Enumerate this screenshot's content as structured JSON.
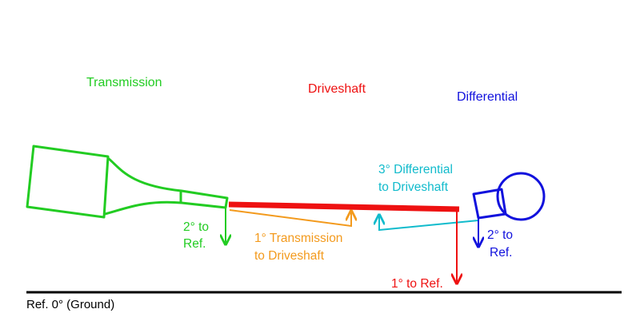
{
  "colors": {
    "transmission": "#22cc22",
    "driveshaft": "#ee1111",
    "differential": "#1111dd",
    "trans_to_shaft": "#f39a1d",
    "diff_to_shaft": "#11bbcc",
    "ground": "#000000"
  },
  "titles": {
    "transmission": "Transmission",
    "driveshaft": "Driveshaft",
    "differential": "Differential"
  },
  "angle_labels": {
    "trans_ref": [
      "2° to",
      "Ref."
    ],
    "trans_shaft": [
      "1° Transmission",
      "to Driveshaft"
    ],
    "diff_shaft": [
      "3° Differential",
      "to Driveshaft"
    ],
    "diff_ref": [
      "2° to",
      "Ref."
    ],
    "shaft_ref": [
      "1° to Ref."
    ]
  },
  "ground_label": "Ref. 0° (Ground)"
}
